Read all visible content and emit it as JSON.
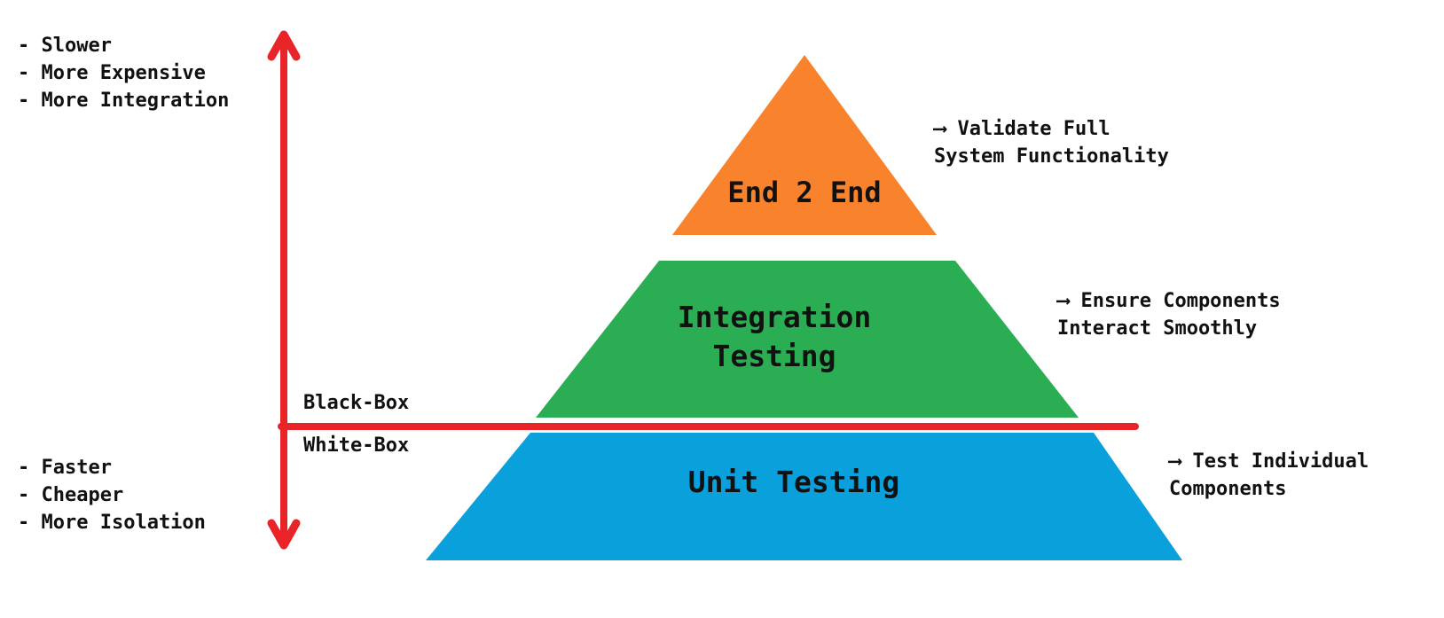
{
  "colors": {
    "e2e": "#F8832C",
    "integration": "#2BAE53",
    "unit": "#09A0DC",
    "axis": "#E92429",
    "text": "#111111"
  },
  "axis": {
    "top_items": [
      "- Slower",
      "- More Expensive",
      "- More Integration"
    ],
    "bottom_items": [
      "- Faster",
      "- Cheaper",
      "- More Isolation"
    ],
    "black_box": "Black-Box",
    "white_box": "White-Box"
  },
  "pyramid": {
    "e2e_label": "End 2 End",
    "integration_line1": "Integration",
    "integration_line2": "Testing",
    "unit_label": "Unit Testing"
  },
  "annotations": {
    "e2e": {
      "line1": "⟶ Validate Full",
      "line2": "System Functionality"
    },
    "integration": {
      "line1": "⟶ Ensure Components",
      "line2": "Interact Smoothly"
    },
    "unit": {
      "line1": "⟶ Test Individual",
      "line2": "Components"
    }
  }
}
